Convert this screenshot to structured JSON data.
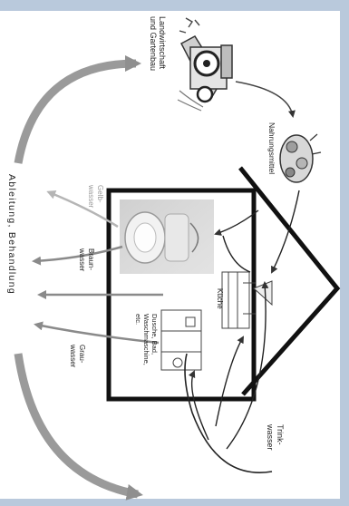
{
  "labels": {
    "landwirtschaft_1": "Landwirtschaft",
    "landwirtschaft_2": "und Gartenbau",
    "nahrungsmittel": "Nahrungsmittel",
    "trinkwasser_1": "Trink-",
    "trinkwasser_2": "wasser",
    "ableitung": "Ableitung, Behandlung",
    "gelbwasser_1": "Gelb-",
    "gelbwasser_2": "wasser",
    "braunwasser_1": "Braun-",
    "braunwasser_2": "wasser",
    "grauwasser_1": "Grau-",
    "grauwasser_2": "wasser",
    "kueche": "Küche",
    "dusche_1": "Dusche, Bad,",
    "dusche_2": "Waschmaschine,",
    "dusche_3": "etc."
  }
}
